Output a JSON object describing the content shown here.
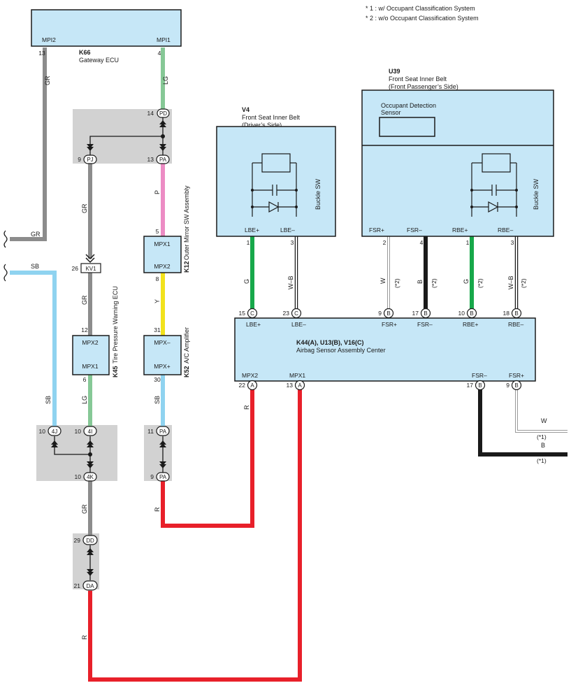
{
  "notes": [
    "* 1 : w/ Occupant Classification System",
    "* 2 : w/o Occupant Classification System"
  ],
  "components": {
    "k66": {
      "code": "K66",
      "name": "Gateway ECU",
      "pin_left": "MPI2",
      "pin_right": "MPI1"
    },
    "k12": {
      "code": "K12",
      "name": "Outer Mirror SW Assembly",
      "pin_top": "MPX1",
      "pin_bottom": "MPX2"
    },
    "k45": {
      "code": "K45",
      "name": "Tire Pressure Warning ECU",
      "pin_top": "MPX2",
      "pin_bottom": "MPX1"
    },
    "k52": {
      "code": "K52",
      "name": "A/C Amplifier",
      "pin_top": "MPX–",
      "pin_bottom": "MPX+"
    },
    "v4": {
      "code": "V4",
      "name1": "Front Seat Inner Belt",
      "name2": "(Driver’s Side)",
      "sw": "Buckle SW",
      "pin1": "LBE+",
      "pin2": "LBE–"
    },
    "u39": {
      "code": "U39",
      "name1": "Front Seat Inner Belt",
      "name2": "(Front Passenger’s Side)",
      "sensor1": "Occupant Detection",
      "sensor2": "Sensor",
      "sw": "Buckle SW",
      "pin1": "FSR+",
      "pin2": "FSR–",
      "pin3": "RBE+",
      "pin4": "RBE–"
    },
    "airbag": {
      "code": "K44(A), U13(B), V16(C)",
      "name": "Airbag Sensor Assembly Center",
      "top_pins": [
        "LBE+",
        "LBE–",
        "FSR+",
        "FSR–",
        "RBE+",
        "RBE–"
      ],
      "bottom_pins": [
        "MPX2",
        "MPX1",
        "FSR–",
        "FSR+"
      ]
    }
  },
  "connectors": {
    "pd": {
      "num": "14",
      "id": "PD"
    },
    "pj": {
      "num": "9",
      "id": "PJ"
    },
    "pa13": {
      "num": "13",
      "id": "PA"
    },
    "kv1": {
      "num": "26",
      "id": "KV1"
    },
    "c4j": {
      "num": "10",
      "id": "4J"
    },
    "c4i": {
      "num": "10",
      "id": "4I"
    },
    "c4k": {
      "num": "10",
      "id": "4K"
    },
    "pa11": {
      "num": "11",
      "id": "PA"
    },
    "pa9": {
      "num": "9",
      "id": "PA"
    },
    "dd": {
      "num": "29",
      "id": "DD"
    },
    "da": {
      "num": "21",
      "id": "DA"
    },
    "c15": {
      "num": "15",
      "id": "C"
    },
    "c23": {
      "num": "23",
      "id": "C"
    },
    "b9": {
      "num": "9",
      "id": "B"
    },
    "b17": {
      "num": "17",
      "id": "B"
    },
    "b10": {
      "num": "10",
      "id": "B"
    },
    "b18": {
      "num": "18",
      "id": "B"
    },
    "a22": {
      "num": "22",
      "id": "A"
    },
    "a13": {
      "num": "13",
      "id": "A"
    },
    "b17b": {
      "num": "17",
      "id": "B"
    },
    "b9b": {
      "num": "9",
      "id": "B"
    }
  },
  "pin_numbers": {
    "k66_left": "13",
    "k66_right": "4",
    "k12_top": "5",
    "k12_bottom": "8",
    "k45_top": "12",
    "k45_bottom": "6",
    "k52_top": "31",
    "k52_bottom": "30",
    "v4_1": "1",
    "v4_2": "3",
    "u39_1": "2",
    "u39_2": "4",
    "u39_3": "1",
    "u39_4": "3"
  },
  "wire_labels": {
    "gr1": "GR",
    "lg1": "LG",
    "gr_left": "GR",
    "sb_left": "SB",
    "gr2": "GR",
    "p": "P",
    "gr3": "GR",
    "y": "Y",
    "sb2": "SB",
    "lg2": "LG",
    "sb3": "SB",
    "gr4": "GR",
    "r1": "R",
    "r2": "R",
    "r3": "R",
    "g1": "G",
    "wb1": "W–B",
    "w1": "W",
    "b1": "B",
    "g2": "G",
    "wb2": "W–B",
    "w2": "W",
    "b2": "B",
    "n2a": "(*2)",
    "n2b": "(*2)",
    "n2c": "(*2)",
    "n2d": "(*2)",
    "n1a": "(*1)",
    "n1b": "(*1)"
  },
  "colors": {
    "GR": "#8c8c8c",
    "LG": "#86c896",
    "SB": "#8fd3f0",
    "P": "#ec8cc4",
    "Y": "#f2e21c",
    "R": "#e8202a",
    "G": "#17a84a",
    "B": "#1a1a1a",
    "W": "#ffffff",
    "component": "#c6e7f7",
    "junction": "#d2d2d2"
  }
}
